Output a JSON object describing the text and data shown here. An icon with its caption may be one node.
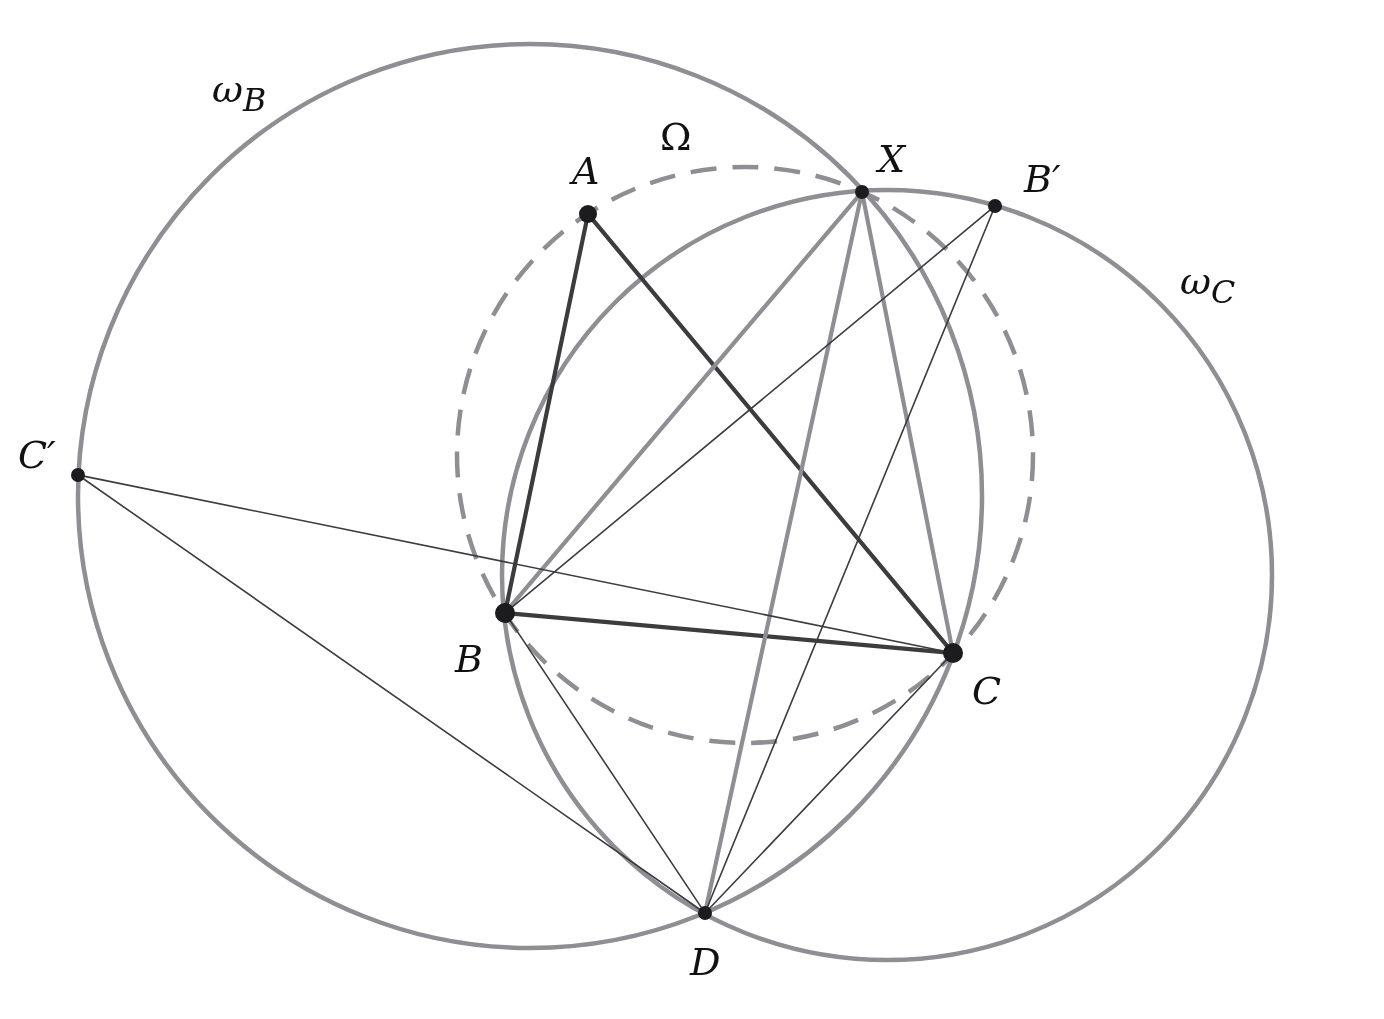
{
  "diagram": {
    "nodes": [
      {
        "text": [
          "A"
        ]
      },
      {
        "text": [
          "X"
        ]
      },
      {
        "text": [
          "B′"
        ]
      },
      {
        "text": [
          "C′"
        ]
      },
      {
        "text": [
          "B"
        ]
      },
      {
        "text": [
          "C"
        ]
      },
      {
        "text": [
          "D"
        ]
      }
    ],
    "edges": [
      {
        "from": 0,
        "to": 4,
        "arrow": "none",
        "style": "thick"
      },
      {
        "from": 0,
        "to": 5,
        "arrow": "none",
        "style": "thick"
      },
      {
        "from": 4,
        "to": 5,
        "arrow": "none",
        "style": "thick"
      },
      {
        "from": 1,
        "to": 4,
        "arrow": "none",
        "style": "thick",
        "color": "#8e8e93"
      },
      {
        "from": 1,
        "to": 5,
        "arrow": "none",
        "style": "thick",
        "color": "#8e8e93"
      },
      {
        "from": 1,
        "to": 6,
        "arrow": "none",
        "style": "thick",
        "color": "#8e8e93"
      },
      {
        "from": 2,
        "to": 4,
        "arrow": "none"
      },
      {
        "from": 2,
        "to": 6,
        "arrow": "none"
      },
      {
        "from": 3,
        "to": 5,
        "arrow": "none"
      },
      {
        "from": 3,
        "to": 6,
        "arrow": "none"
      },
      {
        "from": 4,
        "to": 6,
        "arrow": "none"
      },
      {
        "from": 5,
        "to": 6,
        "arrow": "none"
      }
    ],
    "labels": [
      "ω$_{B}$",
      "Ω",
      "ω$_{C}$"
    ]
  }
}
